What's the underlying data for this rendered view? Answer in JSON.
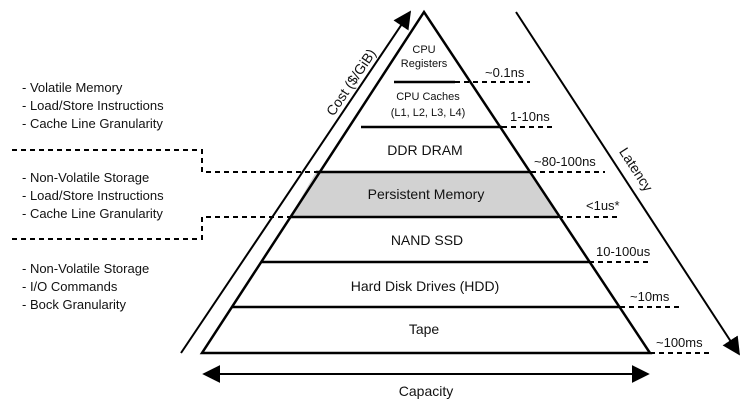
{
  "tiers": [
    {
      "line1": "CPU",
      "line2": "Registers"
    },
    {
      "line1": "CPU Caches",
      "line2": "(L1, L2, L3, L4)"
    },
    {
      "line1": "DDR DRAM"
    },
    {
      "line1": "Persistent Memory",
      "highlighted": true
    },
    {
      "line1": "NAND SSD"
    },
    {
      "line1": "Hard Disk Drives (HDD)"
    },
    {
      "line1": "Tape"
    }
  ],
  "latencies": [
    "~0.1ns",
    "1-10ns",
    "~80-100ns",
    "<1us*",
    "10-100us",
    "~10ms",
    "~100ms"
  ],
  "axes": {
    "cost": "Cost ($/GiB)",
    "latency": "Latency",
    "capacity": "Capacity"
  },
  "groups": [
    [
      "- Volatile Memory",
      "- Load/Store Instructions",
      "- Cache Line Granularity"
    ],
    [
      "- Non-Volatile Storage",
      "- Load/Store Instructions",
      "- Cache Line Granularity"
    ],
    [
      "- Non-Volatile Storage",
      "- I/O Commands",
      "- Bock Granularity"
    ]
  ],
  "colors": {
    "highlight_band": "#d2d2d2",
    "stroke": "#000000"
  }
}
